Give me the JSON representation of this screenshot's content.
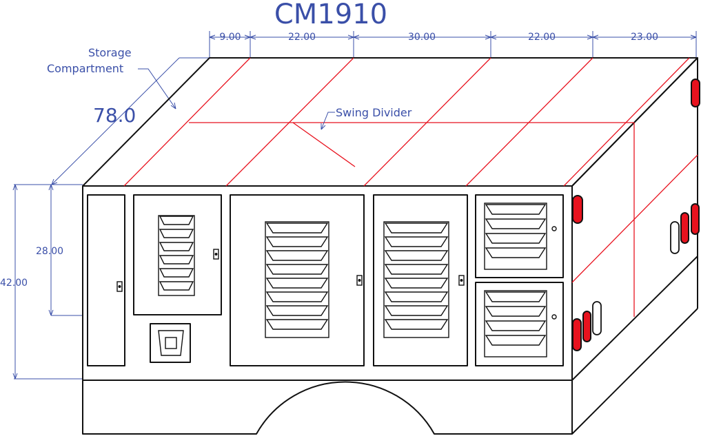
{
  "title": "CM1910",
  "labels": {
    "storage_line1": "Storage",
    "storage_line2": "Compartment",
    "swing_divider": "Swing Divider",
    "depth": "78.0"
  },
  "top_dimensions": [
    "9.00",
    "22.00",
    "30.00",
    "22.00",
    "23.00"
  ],
  "left_dimensions": {
    "compartment_height": "28.00",
    "overall_height": "42.00"
  },
  "colors": {
    "dimension": "#3a4fa8",
    "divider": "#e8121e",
    "outline": "#111111",
    "marker_lamp": "#e8121e"
  }
}
